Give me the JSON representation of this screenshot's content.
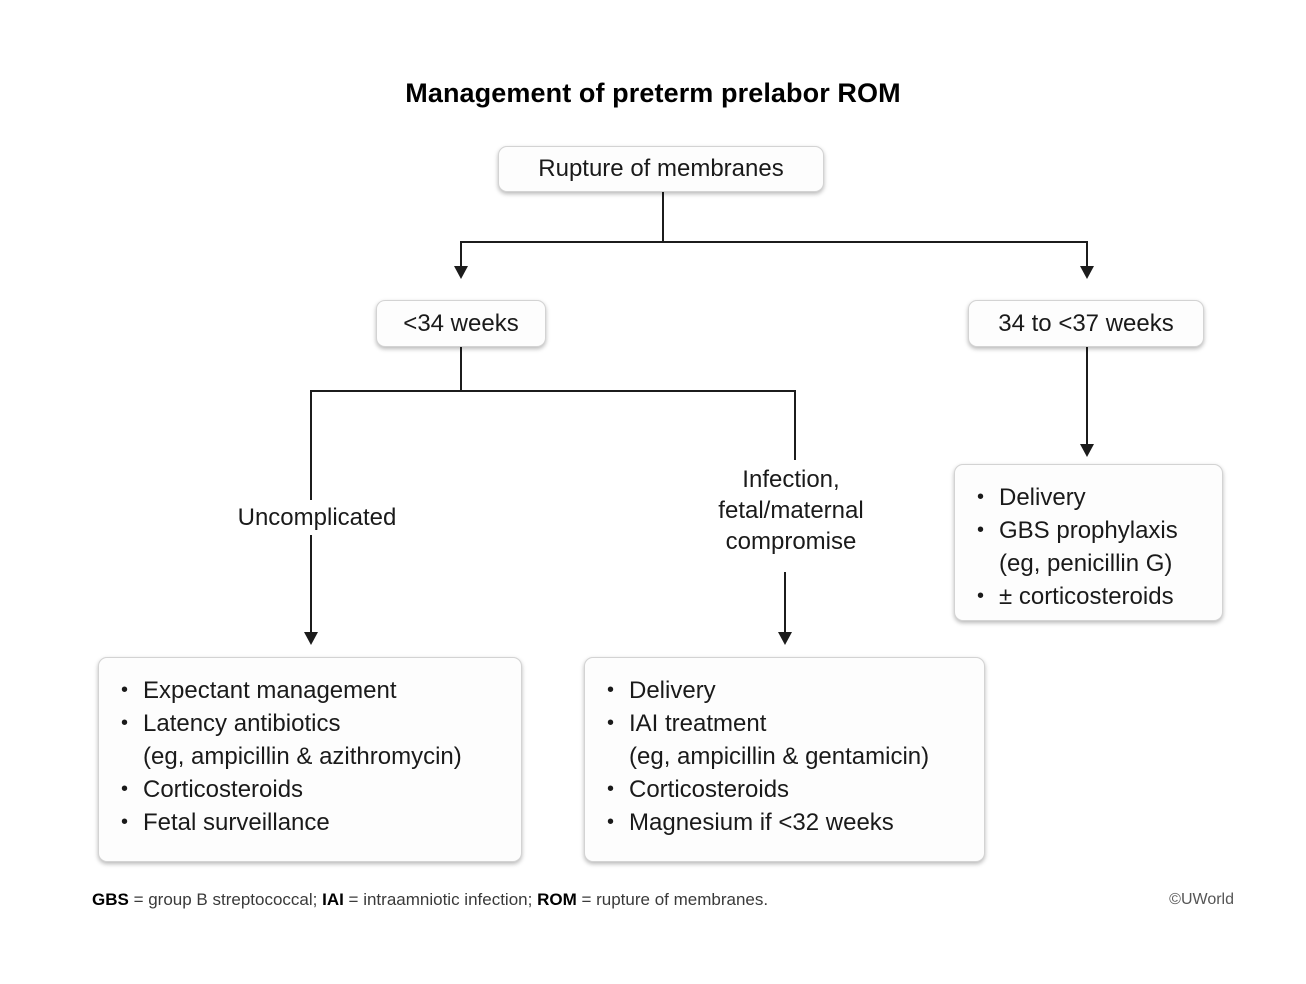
{
  "title": "Management of preterm prelabor ROM",
  "nodes": {
    "root": {
      "label": "Rupture of membranes"
    },
    "lt34": {
      "label": "<34 weeks"
    },
    "wk34to37": {
      "label": "34 to <37 weeks"
    },
    "uncomplicated": {
      "label": "Uncomplicated"
    },
    "infection": {
      "line1": "Infection,",
      "line2": "fetal/maternal",
      "line3": "compromise"
    }
  },
  "boxes": {
    "uncomplicated_mgmt": {
      "bullet": "•",
      "items": [
        {
          "text": "Expectant management"
        },
        {
          "text": "Latency antibiotics",
          "sub": "(eg, ampicillin & azithromycin)"
        },
        {
          "text": "Corticosteroids"
        },
        {
          "text": "Fetal surveillance"
        }
      ]
    },
    "infection_mgmt": {
      "bullet": "•",
      "items": [
        {
          "text": "Delivery"
        },
        {
          "text": "IAI treatment",
          "sub": "(eg, ampicillin & gentamicin)"
        },
        {
          "text": "Corticosteroids"
        },
        {
          "text": "Magnesium if <32 weeks"
        }
      ]
    },
    "late_preterm_mgmt": {
      "bullet": "•",
      "items": [
        {
          "text": "Delivery"
        },
        {
          "text": "GBS prophylaxis",
          "sub": "(eg, penicillin G)"
        },
        {
          "text": "± corticosteroids"
        }
      ]
    }
  },
  "footer": {
    "abbr1": "GBS",
    "def1": " = group B streptococcal; ",
    "abbr2": "IAI",
    "def2": " = intraamniotic infection; ",
    "abbr3": "ROM",
    "def3": " = rupture of membranes.",
    "copyright": "©UWorld"
  },
  "colors": {
    "line": "#1c1c1c",
    "box_border": "#d3d3d3",
    "box_fill": "#fdfdfd",
    "text": "#1a1a1a",
    "background": "#ffffff"
  }
}
